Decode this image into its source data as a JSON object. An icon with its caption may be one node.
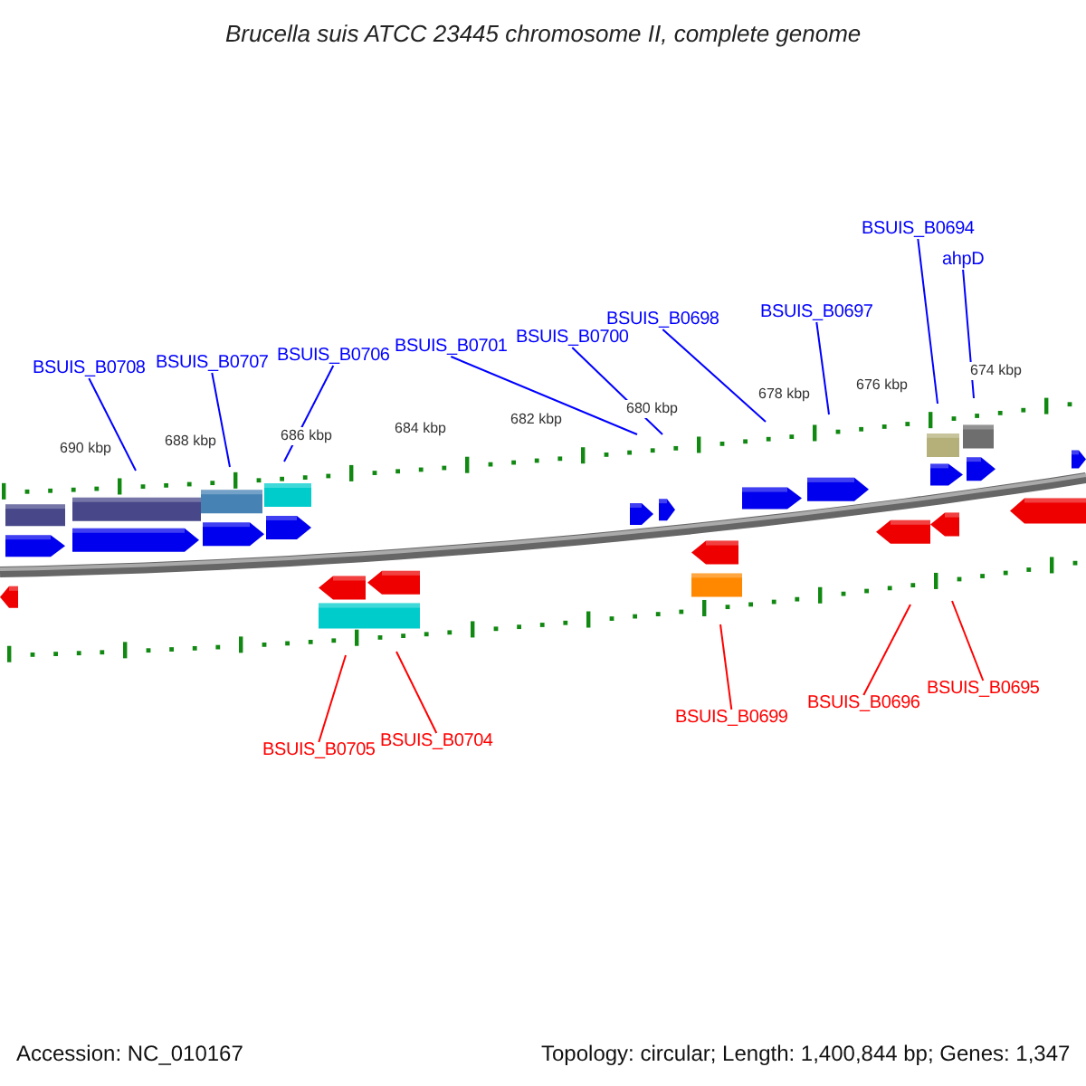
{
  "diagram": {
    "title": "Brucella suis ATCC 23445 chromosome II, complete genome",
    "nodes": [
      {
        "text": [
          "BSUIS_B0708"
        ]
      },
      {
        "text": [
          "BSUIS_B0707"
        ]
      },
      {
        "text": [
          "BSUIS_B0706"
        ]
      },
      {
        "text": [
          "BSUIS_B0701"
        ]
      },
      {
        "text": [
          "BSUIS_B0700"
        ]
      },
      {
        "text": [
          "BSUIS_B0698"
        ]
      },
      {
        "text": [
          "BSUIS_B0697"
        ]
      },
      {
        "text": [
          "BSUIS_B0694"
        ]
      },
      {
        "text": [
          "ahpD"
        ]
      },
      {
        "text": [
          "BSUIS_B0705"
        ]
      },
      {
        "text": [
          "BSUIS_B0704"
        ]
      },
      {
        "text": [
          "BSUIS_B0699"
        ]
      },
      {
        "text": [
          "BSUIS_B0696"
        ]
      },
      {
        "text": [
          "BSUIS_B0695"
        ]
      }
    ],
    "edges": [
      {
        "from": 0,
        "to": null,
        "arrow": "none"
      },
      {
        "from": 1,
        "to": null,
        "arrow": "none"
      },
      {
        "from": 2,
        "to": null,
        "arrow": "none"
      },
      {
        "from": 3,
        "to": null,
        "arrow": "none"
      },
      {
        "from": 4,
        "to": null,
        "arrow": "none"
      },
      {
        "from": 5,
        "to": null,
        "arrow": "none"
      },
      {
        "from": 6,
        "to": null,
        "arrow": "none"
      },
      {
        "from": 7,
        "to": null,
        "arrow": "none"
      },
      {
        "from": 8,
        "to": null,
        "arrow": "none"
      },
      {
        "from": 9,
        "to": null,
        "arrow": "none",
        "color": "#ff0000"
      },
      {
        "from": 10,
        "to": null,
        "arrow": "none",
        "color": "#ff0000"
      },
      {
        "from": 11,
        "to": null,
        "arrow": "none",
        "color": "#ff0000"
      },
      {
        "from": 12,
        "to": null,
        "arrow": "none",
        "color": "#ff0000"
      },
      {
        "from": 13,
        "to": null,
        "arrow": "none",
        "color": "#ff0000"
      }
    ],
    "labels": [
      "690 kbp",
      "688 kbp",
      "686 kbp",
      "684 kbp",
      "682 kbp",
      "680 kbp",
      "678 kbp",
      "676 kbp",
      "674 kbp",
      "Accession: NC_010167",
      "Topology: circular; Length: 1,400,844 bp; Genes: 1,347"
    ]
  }
}
